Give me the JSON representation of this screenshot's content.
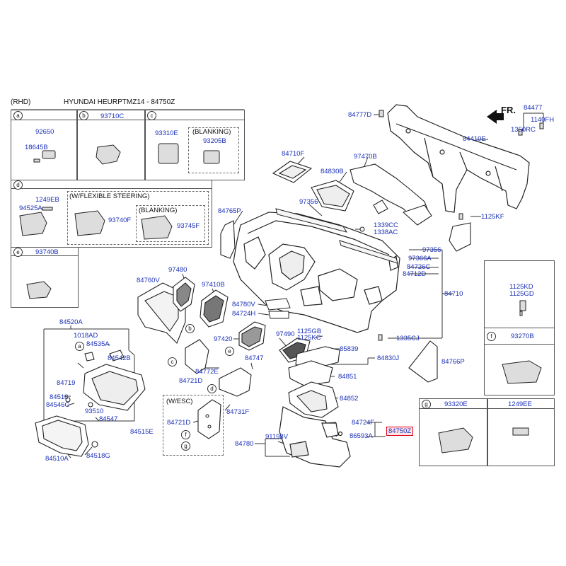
{
  "header": {
    "drive_side": "(RHD)",
    "model_title": "HYUNDAI HEURPTMZ14 - 84750Z",
    "front_label": "FR."
  },
  "inset_boxes": {
    "a": {
      "letter": "a",
      "parts": [
        "92650",
        "18645B"
      ]
    },
    "b": {
      "letter": "b",
      "parts": [
        "93710C"
      ]
    },
    "c": {
      "letter": "c",
      "parts": [
        "93310E",
        "93205B"
      ],
      "note": "(BLANKING)"
    },
    "d": {
      "letter": "d",
      "parts": [
        "1249EB",
        "94525A",
        "93740F",
        "93745F"
      ],
      "note_flex": "(W/FLEXIBLE STEERING)",
      "note_blank": "(BLANKING)"
    },
    "e": {
      "letter": "e",
      "parts": [
        "93740B"
      ]
    },
    "f": {
      "letter": "f",
      "parts": [
        "93270B"
      ]
    },
    "g": {
      "letter": "g",
      "parts": [
        "93320E",
        "1249EE"
      ]
    },
    "bolt": {
      "parts": [
        "1125KD",
        "1125GD"
      ]
    }
  },
  "callouts": {
    "p84777D": "84777D",
    "p84477": "84477",
    "p1140FH": "1140FH",
    "p1350RC": "1350RC",
    "p84410E": "84410E",
    "p84710F": "84710F",
    "p97470B": "97470B",
    "p84830B": "84830B",
    "p97356a": "97356",
    "p84765P": "84765P",
    "p1125KF": "1125KF",
    "p1339CC": "1339CC",
    "p1338AC": "1338AC",
    "p97356b": "97356",
    "p97366A": "97366A",
    "p84726C": "84726C",
    "p84712D": "84712D",
    "p84710": "84710",
    "p97480": "97480",
    "p84760V": "84760V",
    "p97410B": "97410B",
    "p84780V": "84780V",
    "p84724H": "84724H",
    "p97490": "97490",
    "p1125GB": "1125GB",
    "p1125KC": "1125KC",
    "p1335CJ": "1335CJ",
    "p84520A": "84520A",
    "p1018AD": "1018AD",
    "p84535A": "84535A",
    "p84542B": "84542B",
    "p97420": "97420",
    "p84747": "84747",
    "p85839": "85839",
    "p84830J": "84830J",
    "p84766P": "84766P",
    "p84772E": "84772E",
    "p84721Da": "84721D",
    "p84719": "84719",
    "p84851": "84851",
    "p84518": "84518",
    "p84546C": "84546C",
    "p93510": "93510",
    "p84547": "84547",
    "p84515E": "84515E",
    "p84731F": "84731F",
    "p84852": "84852",
    "p84721Db": "84721D",
    "p84724F": "84724F",
    "p86593A": "86593A",
    "p84750Z": "84750Z",
    "p91198V": "91198V",
    "p84780": "84780",
    "p84510A": "84510A",
    "p84518G": "84518G",
    "esc_note": "(W/ESC)"
  },
  "circle_labels": {
    "b1": "b",
    "e1": "e",
    "c1": "c",
    "a1": "a",
    "d1": "d",
    "f1": "f",
    "g1": "g"
  },
  "colors": {
    "part_number": "#1b30b8",
    "highlight_border": "#e0001a",
    "line": "#333333"
  }
}
